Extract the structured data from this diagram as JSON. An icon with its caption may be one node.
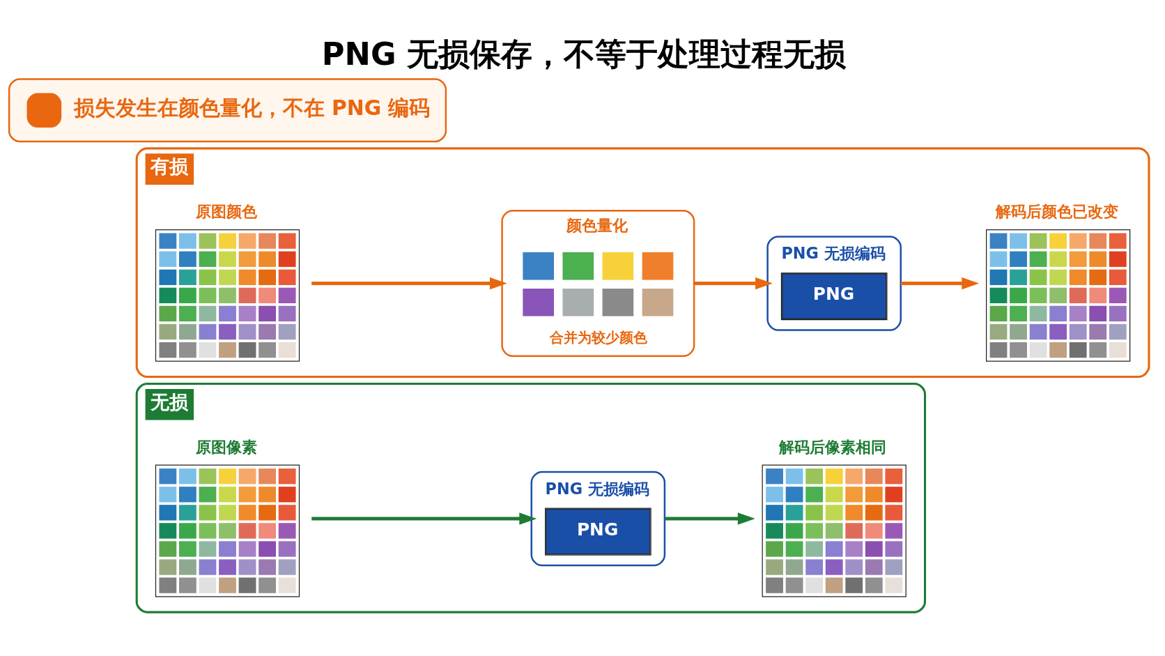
{
  "diagram": {
    "title": "PNG 无损保存，不等于处理过程无损",
    "nodes": [
      {
        "text": [
          "无损"
        ]
      },
      {
        "text": [
          "原图像素"
        ],
        "in": 0
      },
      {
        "text": [
          "PNG 无损编码",
          "PNG"
        ],
        "in": 0
      },
      {
        "text": [
          "解码后像素相同"
        ],
        "in": 0
      },
      {
        "text": [
          "有损"
        ]
      },
      {
        "text": [
          "原图颜色"
        ],
        "in": 4
      },
      {
        "text": [
          "颜色量化",
          "合并为较少颜色"
        ],
        "in": 4
      },
      {
        "text": [
          "PNG 无损编码",
          "PNG"
        ],
        "in": 4
      },
      {
        "text": [
          "解码后颜色已改变"
        ],
        "in": 4
      },
      {
        "text": [
          "损失发生在颜色量化，不在 PNG 编码"
        ]
      }
    ],
    "edges": [
      {
        "from": 1,
        "to": 2,
        "arrow": "to",
        "color": "#1e7b34"
      },
      {
        "from": 2,
        "to": 3,
        "arrow": "to",
        "color": "#1e7b34"
      },
      {
        "from": 5,
        "to": 6,
        "arrow": "to"
      },
      {
        "from": 6,
        "to": 7,
        "arrow": "to"
      },
      {
        "from": 7,
        "to": 8,
        "arrow": "to"
      }
    ]
  }
}
